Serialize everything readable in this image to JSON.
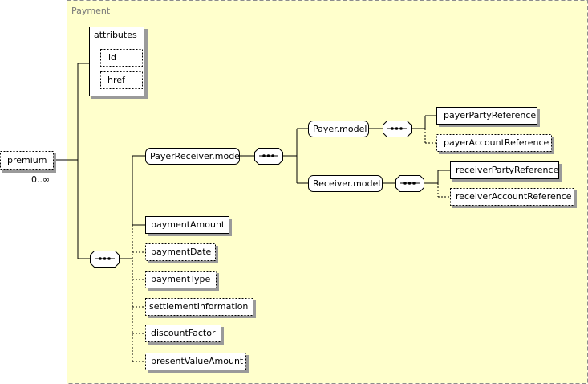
{
  "group": {
    "title": "Payment",
    "background": "#ffffcc",
    "border": "#8c8c8c"
  },
  "root": {
    "label": "premium",
    "cardinality": "0..∞"
  },
  "attributes": {
    "title": "attributes",
    "items": [
      "id",
      "href"
    ]
  },
  "payer_receiver": {
    "label": "PayerReceiver.model"
  },
  "payer_model": {
    "label": "Payer.model"
  },
  "receiver_model": {
    "label": "Receiver.model"
  },
  "payer_children": [
    {
      "label": "payerPartyReference",
      "optional": false
    },
    {
      "label": "payerAccountReference",
      "optional": true
    }
  ],
  "receiver_children": [
    {
      "label": "receiverPartyReference",
      "optional": false
    },
    {
      "label": "receiverAccountReference",
      "optional": true
    }
  ],
  "sequence_children": [
    {
      "label": "paymentAmount",
      "optional": false
    },
    {
      "label": "paymentDate",
      "optional": true
    },
    {
      "label": "paymentType",
      "optional": true
    },
    {
      "label": "settlementInformation",
      "optional": true
    },
    {
      "label": "discountFactor",
      "optional": true
    },
    {
      "label": "presentValueAmount",
      "optional": true
    }
  ]
}
